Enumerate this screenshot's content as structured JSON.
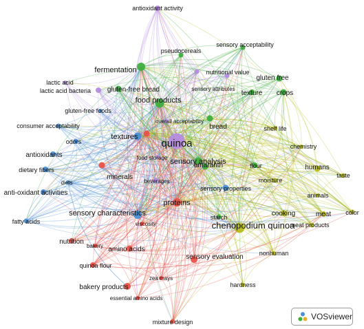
{
  "app": {
    "badge_label": "VOSviewer"
  },
  "clusters": {
    "red": "#e8524a",
    "green": "#3fae3f",
    "blue": "#4a8fd6",
    "yellow": "#b7bd1f",
    "purple": "#b58ce0"
  },
  "nodes": [
    {
      "id": "quinoa",
      "label": "quinoa",
      "cluster": "purple",
      "size": 20,
      "fs": 15
    },
    {
      "id": "antioxidant-activity",
      "label": "antioxidant activity",
      "cluster": "purple",
      "size": 5,
      "fs": 9
    },
    {
      "id": "lactic-acid",
      "label": "lactic acid",
      "cluster": "purple",
      "size": 3,
      "fs": 9
    },
    {
      "id": "lactic-acid-bacteria",
      "label": "lactic acid bacteria",
      "cluster": "purple",
      "size": 5,
      "fs": 9
    },
    {
      "id": "sensory-attributes",
      "label": "sensory attributes",
      "cluster": "purple",
      "size": 4,
      "fs": 8
    },
    {
      "id": "nutritional-value",
      "label": "nutritional value",
      "cluster": "purple",
      "size": 4,
      "fs": 9
    },
    {
      "id": "overall-acceptability",
      "label": "overall acceptability",
      "cluster": "purple",
      "size": 3,
      "fs": 8
    },
    {
      "id": "food-storage",
      "label": "food storage",
      "cluster": "purple",
      "size": 3,
      "fs": 8
    },
    {
      "id": "beverages",
      "label": "beverages",
      "cluster": "purple",
      "size": 4,
      "fs": 8
    },
    {
      "id": "fermentation",
      "label": "fermentation",
      "cluster": "green",
      "size": 9,
      "fs": 11
    },
    {
      "id": "food-products",
      "label": "food products",
      "cluster": "green",
      "size": 10,
      "fs": 11
    },
    {
      "id": "gluten-free-bread",
      "label": "gluten-free bread",
      "cluster": "green",
      "size": 6,
      "fs": 10
    },
    {
      "id": "pseudocereals",
      "label": "pseudocereals",
      "cluster": "green",
      "size": 4,
      "fs": 9
    },
    {
      "id": "sensory-acceptability",
      "label": "sensory acceptability",
      "cluster": "green",
      "size": 4,
      "fs": 9
    },
    {
      "id": "gluten-free",
      "label": "gluten free",
      "cluster": "green",
      "size": 6,
      "fs": 10
    },
    {
      "id": "texture",
      "label": "texture",
      "cluster": "green",
      "size": 5,
      "fs": 10
    },
    {
      "id": "crops",
      "label": "crops",
      "cluster": "green",
      "size": 6,
      "fs": 10
    },
    {
      "id": "bread",
      "label": "bread",
      "cluster": "green",
      "size": 6,
      "fs": 10
    },
    {
      "id": "amaranth",
      "label": "amaranth",
      "cluster": "green",
      "size": 6,
      "fs": 10
    },
    {
      "id": "sensory-analysis",
      "label": "sensory analysis",
      "cluster": "green",
      "size": 8,
      "fs": 11
    },
    {
      "id": "flour",
      "label": "flour",
      "cluster": "green",
      "size": 5,
      "fs": 9
    },
    {
      "id": "starch",
      "label": "starch",
      "cluster": "green",
      "size": 4,
      "fs": 9
    },
    {
      "id": "gluten-free-foods",
      "label": "gluten-free foods",
      "cluster": "blue",
      "size": 3,
      "fs": 9
    },
    {
      "id": "consumer-acceptability",
      "label": "consumer acceptability",
      "cluster": "blue",
      "size": 4,
      "fs": 9
    },
    {
      "id": "odors",
      "label": "odors",
      "cluster": "blue",
      "size": 4,
      "fs": 9
    },
    {
      "id": "textures",
      "label": "textures",
      "cluster": "blue",
      "size": 8,
      "fs": 11
    },
    {
      "id": "antioxidants",
      "label": "antioxidants",
      "cluster": "blue",
      "size": 5,
      "fs": 10
    },
    {
      "id": "dietary-fibers",
      "label": "dietary fibers",
      "cluster": "blue",
      "size": 5,
      "fs": 9
    },
    {
      "id": "diets",
      "label": "diets",
      "cluster": "blue",
      "size": 3,
      "fs": 8
    },
    {
      "id": "anti-oxidant-activities",
      "label": "anti-oxidant activities",
      "cluster": "blue",
      "size": 5,
      "fs": 10
    },
    {
      "id": "fatty-acids",
      "label": "fatty acids",
      "cluster": "blue",
      "size": 4,
      "fs": 9
    },
    {
      "id": "sensory-properties",
      "label": "sensory properties",
      "cluster": "blue",
      "size": 6,
      "fs": 9
    },
    {
      "id": "sensory-characteristics",
      "label": "sensory characteristics",
      "cluster": "blue",
      "size": 9,
      "fs": 11
    },
    {
      "id": "minerals",
      "label": "minerals",
      "cluster": "red",
      "size": 6,
      "fs": 10
    },
    {
      "id": "proteins",
      "label": "proteins",
      "cluster": "red",
      "size": 9,
      "fs": 11
    },
    {
      "id": "viscosity",
      "label": "viscosity",
      "cluster": "red",
      "size": 3,
      "fs": 8
    },
    {
      "id": "nutrition",
      "label": "nutrition",
      "cluster": "red",
      "size": 5,
      "fs": 10
    },
    {
      "id": "bakery",
      "label": "bakery",
      "cluster": "red",
      "size": 3,
      "fs": 8
    },
    {
      "id": "amino-acids",
      "label": "amino acids",
      "cluster": "red",
      "size": 6,
      "fs": 10
    },
    {
      "id": "quinoa-flour",
      "label": "quinoa flour",
      "cluster": "red",
      "size": 5,
      "fs": 9
    },
    {
      "id": "sensory-evaluation",
      "label": "sensory evaluation",
      "cluster": "red",
      "size": 7,
      "fs": 10
    },
    {
      "id": "zea-mays",
      "label": "zea mays",
      "cluster": "red",
      "size": 3,
      "fs": 8
    },
    {
      "id": "bakery-products",
      "label": "bakery products",
      "cluster": "red",
      "size": 7,
      "fs": 10
    },
    {
      "id": "essential-amino-acids",
      "label": "essential amino acids",
      "cluster": "red",
      "size": 3,
      "fs": 8
    },
    {
      "id": "mixture-design",
      "label": "mixture design",
      "cluster": "red",
      "size": 4,
      "fs": 9
    },
    {
      "id": "red-hub",
      "label": "",
      "cluster": "red",
      "size": 6,
      "fs": 9
    },
    {
      "id": "chenopodium-quinoa",
      "label": "chenopodium quinoa",
      "cluster": "yellow",
      "size": 12,
      "fs": 13
    },
    {
      "id": "shelf-life",
      "label": "shelf life",
      "cluster": "yellow",
      "size": 3,
      "fs": 9
    },
    {
      "id": "chemistry",
      "label": "chemistry",
      "cluster": "yellow",
      "size": 3,
      "fs": 9
    },
    {
      "id": "humans",
      "label": "humans",
      "cluster": "yellow",
      "size": 6,
      "fs": 10
    },
    {
      "id": "taste",
      "label": "taste",
      "cluster": "yellow",
      "size": 4,
      "fs": 9
    },
    {
      "id": "moisture",
      "label": "moisture",
      "cluster": "yellow",
      "size": 4,
      "fs": 9
    },
    {
      "id": "animals",
      "label": "animals",
      "cluster": "yellow",
      "size": 3,
      "fs": 9
    },
    {
      "id": "cooking",
      "label": "cooking",
      "cluster": "yellow",
      "size": 6,
      "fs": 10
    },
    {
      "id": "meat",
      "label": "meat",
      "cluster": "yellow",
      "size": 5,
      "fs": 10
    },
    {
      "id": "color",
      "label": "color",
      "cluster": "yellow",
      "size": 4,
      "fs": 9
    },
    {
      "id": "meat-products",
      "label": "meat products",
      "cluster": "yellow",
      "size": 4,
      "fs": 9
    },
    {
      "id": "nonhuman",
      "label": "nonhuman",
      "cluster": "yellow",
      "size": 3,
      "fs": 9
    },
    {
      "id": "hardness",
      "label": "hardness",
      "cluster": "yellow",
      "size": 3,
      "fs": 9
    }
  ],
  "hubs": [
    "quinoa",
    "chenopodium-quinoa",
    "food-products",
    "sensory-analysis",
    "proteins",
    "red-hub",
    "textures",
    "amaranth",
    "fermentation",
    "sensory-characteristics"
  ]
}
